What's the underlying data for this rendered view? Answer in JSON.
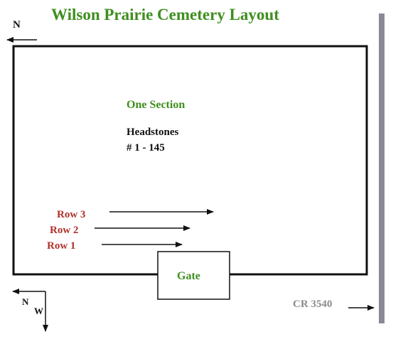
{
  "title": "Wilson Prairie Cemetery Layout",
  "compass_top": "N",
  "compass_bottom_n": "N",
  "compass_bottom_w": "W",
  "section_label": "One Section",
  "headstones_label": "Headstones",
  "headstones_range": "# 1 - 145",
  "rows": [
    "Row 3",
    "Row 2",
    "Row 1"
  ],
  "gate_label": "Gate",
  "road_label": "CR 3540",
  "colors": {
    "title_green": "#3f8f1f",
    "row_red": "#b0312a",
    "road_gray": "#8c8c8c",
    "road_bar": "#8a8a96"
  }
}
